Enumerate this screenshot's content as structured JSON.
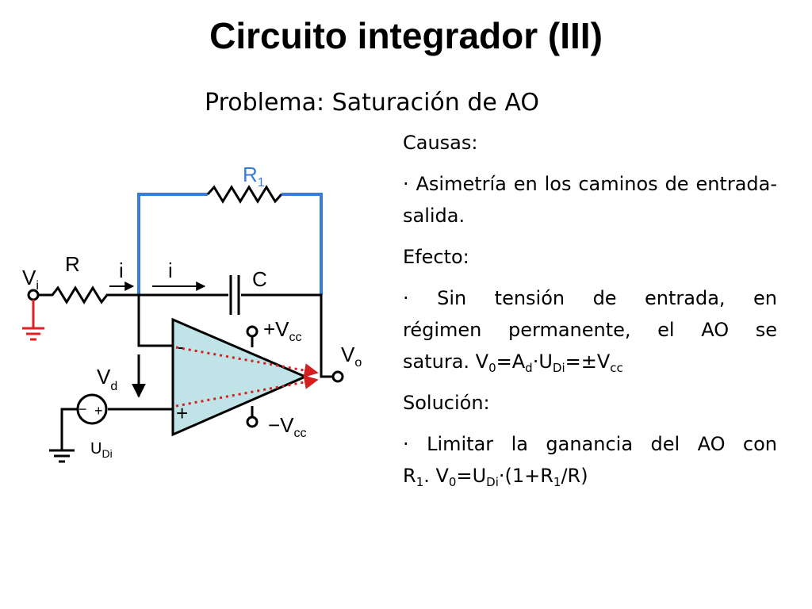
{
  "slide": {
    "title": "Circuito integrador (III)",
    "subtitle": "Problema: Saturación de AO"
  },
  "text": {
    "causas_heading": "Causas:",
    "causas_bullet": "· Asimetría en los caminos de entrada-salida.",
    "efecto_heading": "Efecto:",
    "efecto_line1": "· Sin tensión de entrada, en",
    "efecto_line2": "régimen permanente, el AO se",
    "efecto_line3_pre": "satura. V",
    "efecto_line3_s1": "0",
    "efecto_line3_m1": "=A",
    "efecto_line3_s2": "d",
    "efecto_line3_m2": "·U",
    "efecto_line3_s3": "Di",
    "efecto_line3_m3": "=±V",
    "efecto_line3_s4": "cc",
    "solucion_heading": "Solución:",
    "solucion_line1": "· Limitar la ganancia del AO con",
    "solucion_line2_a": "R",
    "solucion_line2_s1": "1",
    "solucion_line2_b": ". V",
    "solucion_line2_s2": "0",
    "solucion_line2_c": "=U",
    "solucion_line2_s3": "Di",
    "solucion_line2_d": "·(1+R",
    "solucion_line2_s4": "1",
    "solucion_line2_e": "/R)"
  },
  "circuit": {
    "r1_label": "R",
    "r1_sub": "1",
    "r_label": "R",
    "vi_label": "V",
    "vi_sub": "i",
    "i_label_1": "i",
    "i_label_2": "i",
    "c_label": "C",
    "vcc_pos_label": "+V",
    "vcc_pos_sub": "cc",
    "vcc_neg_label": "−V",
    "vcc_neg_sub": "cc",
    "vo_label": "V",
    "vo_sub": "o",
    "vd_label": "V",
    "vd_sub": "d",
    "minus_input": "-",
    "plus_input": "+",
    "udi_label": "U",
    "udi_sub": "Di",
    "source_minus": "−",
    "source_plus": "+"
  },
  "colors": {
    "feedback_wire": "#3a7bd5",
    "input_ground_wire": "#e02020",
    "opamp_fill": "#bfe3e6",
    "saturation_arrows": "#d42020"
  }
}
